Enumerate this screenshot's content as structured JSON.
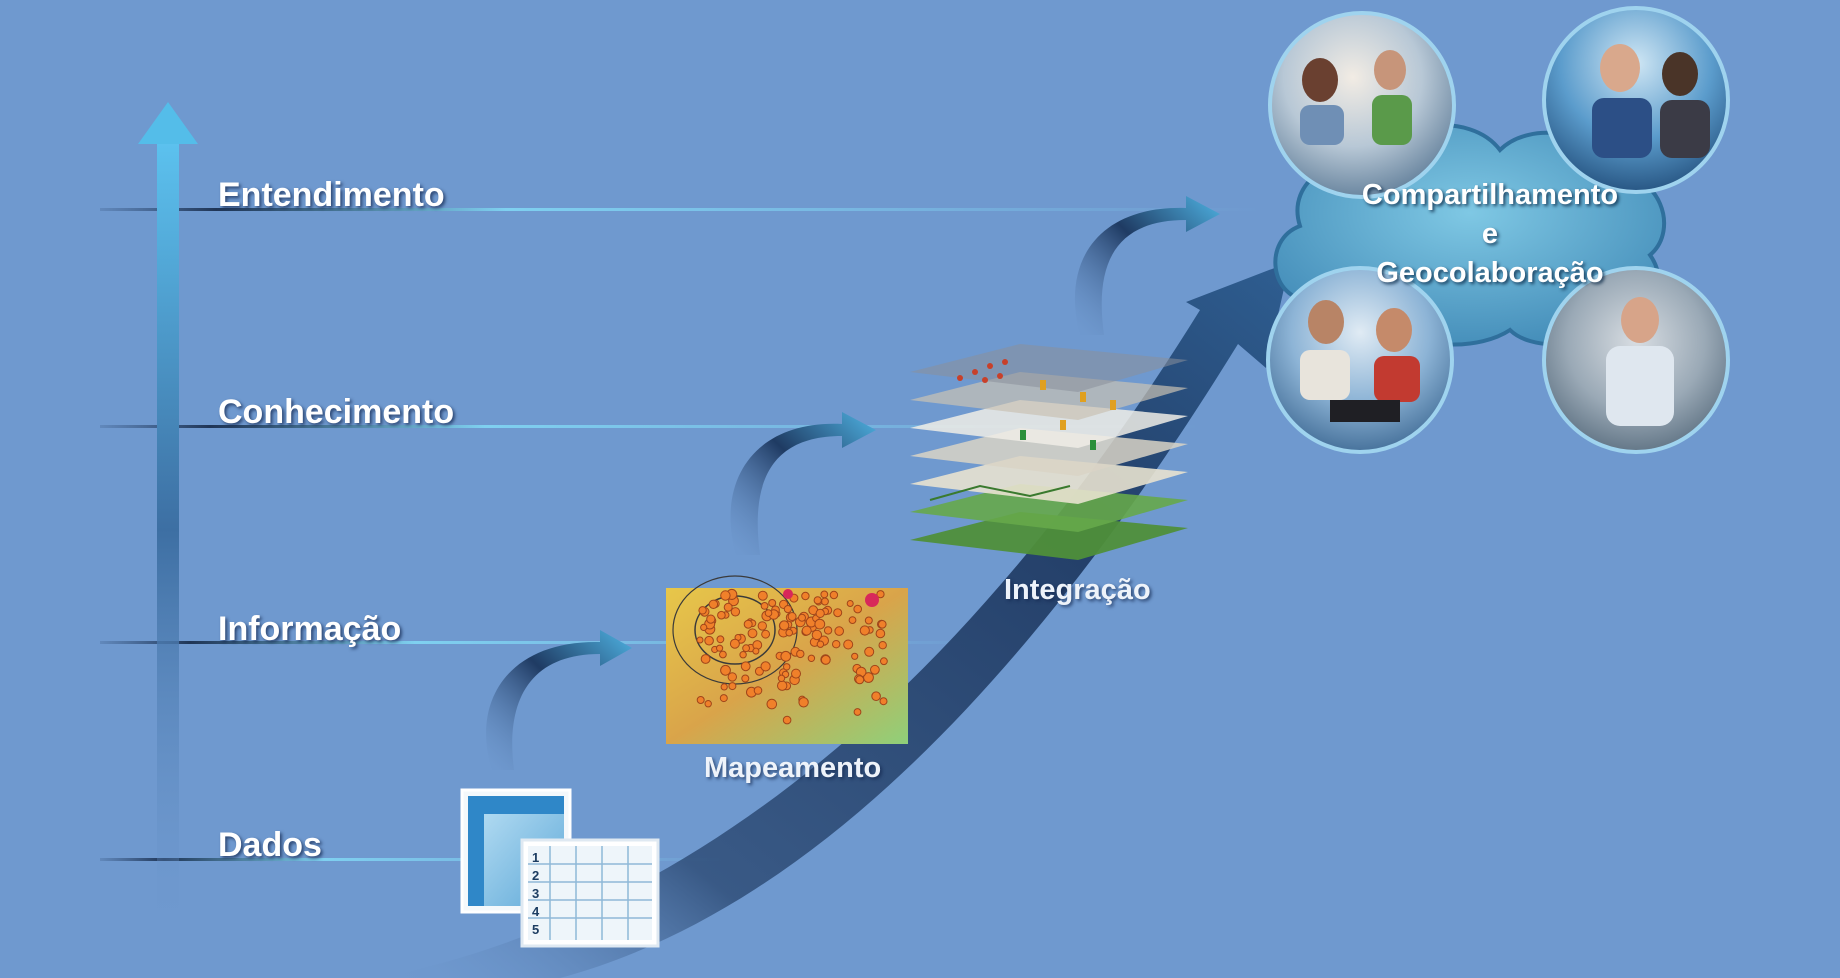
{
  "levels": {
    "entendimento": "Entendimento",
    "conhecimento": "Conhecimento",
    "informacao": "Informação",
    "dados": "Dados"
  },
  "stages": {
    "mapeamento": "Mapeamento",
    "integracao": "Integração"
  },
  "cloud": {
    "line1": "Compartilhamento",
    "line2": "e",
    "line3": "Geocolaboração"
  },
  "table_icon_rows": [
    "1",
    "2",
    "3",
    "4",
    "5"
  ],
  "colors": {
    "background": "#6f99cf",
    "arrow_dark": "#243a5c",
    "accent_cyan": "#3fb0e6",
    "text": "#ffffff"
  }
}
